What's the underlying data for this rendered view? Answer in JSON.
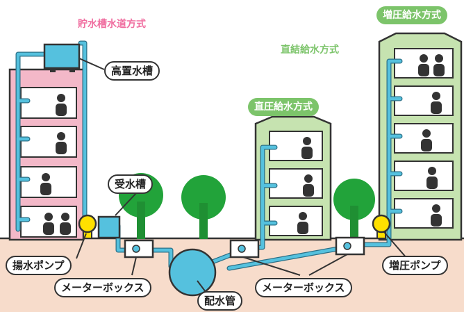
{
  "titles": {
    "tank_system": "貯水槽水道方式",
    "direct_system": "直結給水方式",
    "direct_pressure": "直圧給水方式",
    "booster_system": "増圧給水方式"
  },
  "labels": {
    "elevated_tank": "高置水槽",
    "receiving_tank": "受水槽",
    "lift_pump": "揚水ポンプ",
    "meter_box_left": "メーターボックス",
    "meter_box_right": "メーターボックス",
    "distribution_main": "配水管",
    "booster_pump": "増圧ポンプ"
  },
  "colors": {
    "pink_building": "#f3b8c8",
    "green_building": "#c6e3b0",
    "pipe": "#55c1de",
    "pump": "#ffe000",
    "ground": "#f7dccb",
    "tree": "#22a33a",
    "title_pink": "#f06ea0",
    "title_green": "#7cc46a"
  }
}
